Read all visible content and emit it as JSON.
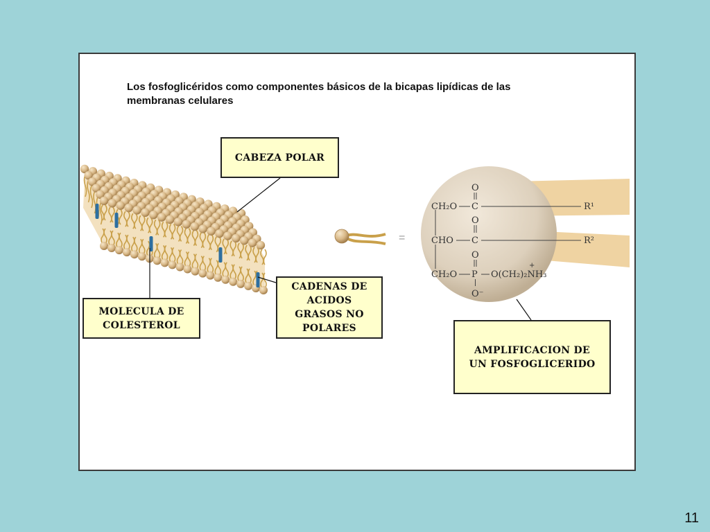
{
  "title": "Los fosfoglicéridos como componentes básicos de la bicapas lipídicas de las membranas celulares",
  "labels": {
    "cabeza_polar": "CABEZA POLAR",
    "cadenas": "CADENAS DE\nACIDOS\nGRASOS NO\nPOLARES",
    "colesterol": "MOLECULA DE\nCOLESTEROL",
    "amplificacion": "AMPLIFICACION DE\nUN FOSFOGLICERIDO"
  },
  "formula": {
    "row1_left": "CH₂O",
    "row2_left": "CHO",
    "row3_left": "CH₂O",
    "carbon": "C",
    "phosphorus": "P",
    "oxygen_double": "O",
    "oxygen_minus": "O⁻",
    "r1": "R¹",
    "r2": "R²",
    "amine_group": "O(CH₂)₂NH₃",
    "plus_sign": "+"
  },
  "equals_sign": "=",
  "page_number": "11",
  "colors": {
    "background": "#9ed3d8",
    "label_fill": "#ffffcc",
    "head": "#d8b888",
    "tail": "#c9a04a",
    "cholesterol": "#2e6fa0",
    "sphere": "#ddd0bc",
    "tail_band": "#efd3a2"
  }
}
